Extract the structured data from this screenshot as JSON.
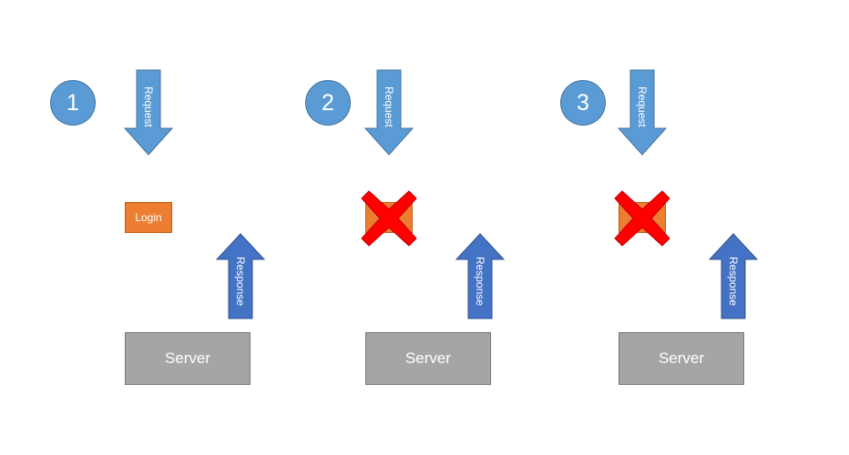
{
  "panels": [
    {
      "step": "1",
      "request_label": "Request",
      "response_label": "Response",
      "login_label": "Login",
      "login_blocked": false,
      "server_label": "Server"
    },
    {
      "step": "2",
      "request_label": "Request",
      "response_label": "Response",
      "login_label": "",
      "login_blocked": true,
      "server_label": "Server"
    },
    {
      "step": "3",
      "request_label": "Request",
      "response_label": "Response",
      "login_label": "",
      "login_blocked": true,
      "server_label": "Server"
    }
  ],
  "colors": {
    "step_circle": "#5b9bd5",
    "request_arrow": "#5b9bd5",
    "response_arrow": "#4472c4",
    "login_box": "#ed7d31",
    "blocked_cross": "#ff0000",
    "server_box": "#a5a5a5"
  },
  "icons": {
    "blocked": "cross-icon"
  }
}
